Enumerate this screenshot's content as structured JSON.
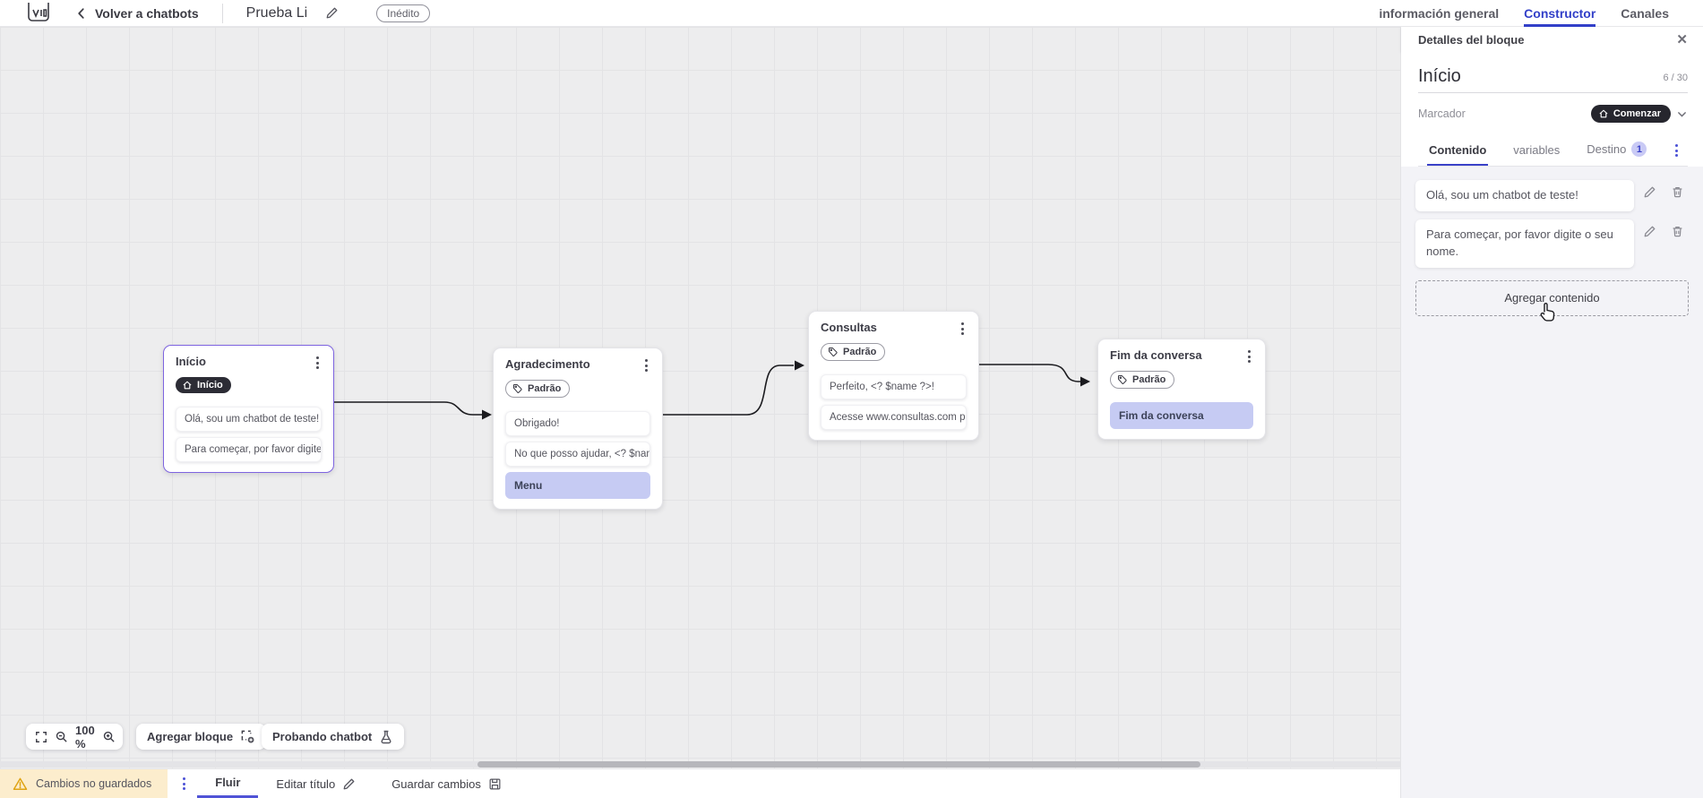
{
  "topbar": {
    "back_label": "Volver a chatbots",
    "title": "Prueba Li",
    "status_badge": "Inédito",
    "tabs": {
      "info": "información general",
      "builder": "Constructor",
      "channels": "Canales"
    }
  },
  "canvas": {
    "nodes": [
      {
        "title": "Início",
        "badge": "Início",
        "selected": true,
        "messages": [
          "Olá, sou um chatbot de teste!",
          "Para começar, por favor digite o ..."
        ]
      },
      {
        "title": "Agradecimento",
        "badge": "Padrão",
        "messages": [
          "Obrigado!",
          "No que posso ajudar, <? $name ..."
        ],
        "menu_item": "Menu"
      },
      {
        "title": "Consultas",
        "badge": "Padrão",
        "messages": [
          "Perfeito, <? $name ?>!",
          "Acesse www.consultas.com par..."
        ]
      },
      {
        "title": "Fim da conversa",
        "badge": "Padrão",
        "menu_item": "Fim da conversa"
      }
    ],
    "toolbar": {
      "zoom_level": "100 %",
      "add_block_label": "Agregar bloque",
      "test_chatbot_label": "Probando chatbot"
    }
  },
  "panel": {
    "header": "Detalles del bloque",
    "block_name": "Início",
    "name_counter": "6 / 30",
    "marker_label": "Marcador",
    "marker_value": "Comenzar",
    "tabs": {
      "content": "Contenido",
      "variables": "variables",
      "destination": "Destino",
      "destination_badge": "1"
    },
    "contents": [
      "Olá, sou um chatbot de teste!",
      "Para começar, por favor digite o seu nome."
    ],
    "add_content_label": "Agregar contenido"
  },
  "bottombar": {
    "unsaved_label": "Cambios no guardados",
    "flow_tab": "Fluir",
    "edit_title_label": "Editar título",
    "save_label": "Guardar cambios"
  },
  "colors": {
    "accent_blue": "#323fc8",
    "accent_purple": "#5053d6",
    "lavender_item": "#c6cbf3",
    "selected_node_border": "#7e64e0",
    "dark_pill": "#2c2c35",
    "warning_bg": "#fcedcd",
    "canvas_bg": "#ededee"
  }
}
